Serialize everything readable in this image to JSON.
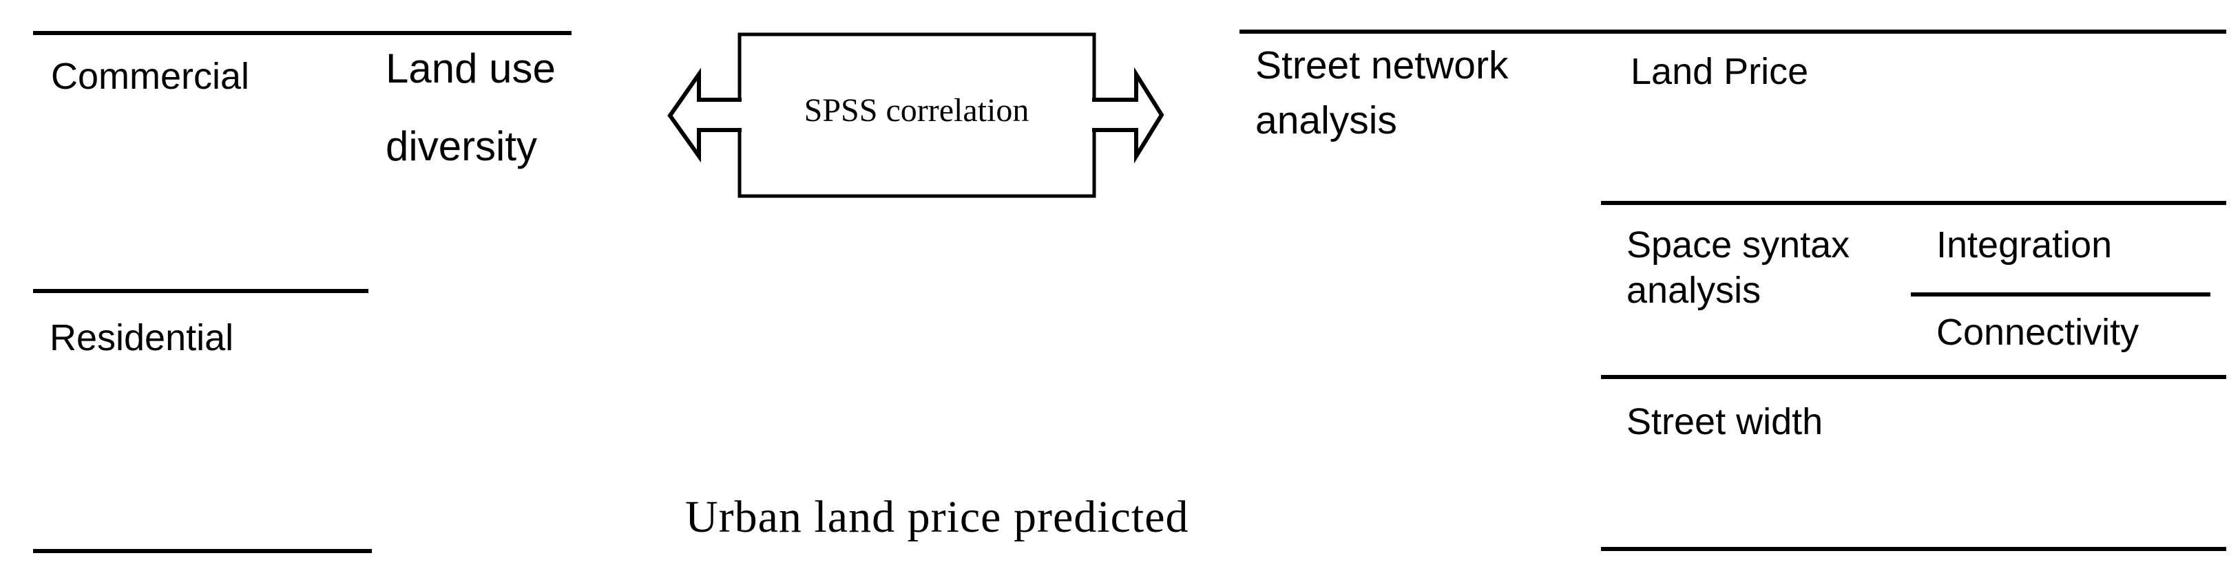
{
  "diagram": {
    "left_table": {
      "commercial_label": "Commercial",
      "land_use_diversity_label": "Land use\ndiversity",
      "residential_label": "Residential"
    },
    "center": {
      "spss_box_label": "SPSS correlation",
      "caption": "Urban land price predicted"
    },
    "right_table": {
      "header_label": "Street network\nanalysis",
      "land_price_label": "Land Price",
      "space_syntax_label": "Space syntax\nanalysis",
      "integration_label": "Integration",
      "connectivity_label": "Connectivity",
      "street_width_label": "Street width"
    },
    "colors": {
      "ink": "#000000",
      "background": "#ffffff"
    }
  }
}
